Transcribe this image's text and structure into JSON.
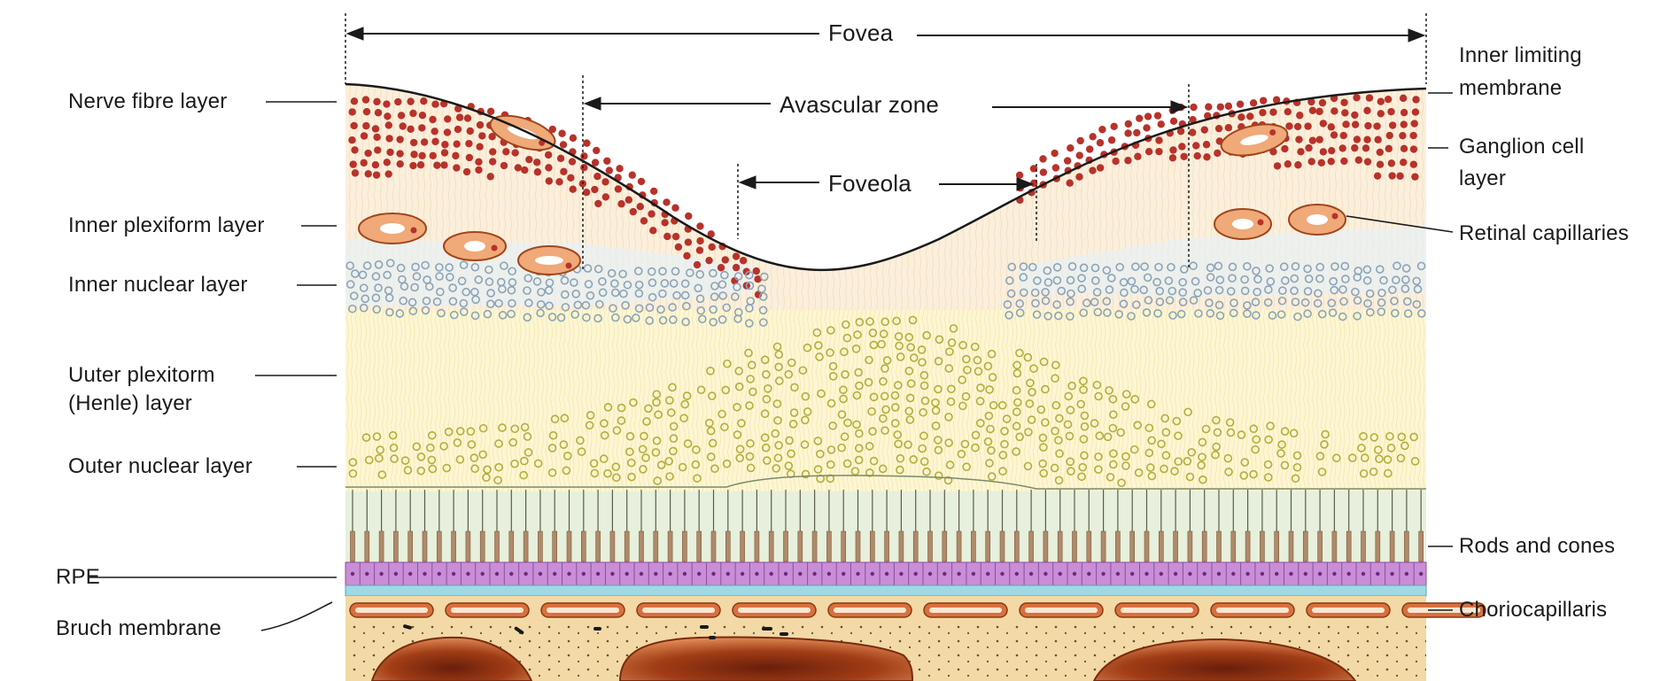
{
  "diagram": {
    "dimension_labels": {
      "fovea": "Fovea",
      "avascular_zone": "Avascular zone",
      "foveola": "Foveola"
    },
    "left_labels": {
      "nerve_fibre_layer": "Nerve fibre layer",
      "inner_plexiform_layer": "Inner plexiform layer",
      "inner_nuclear_layer": "Inner nuclear layer",
      "outer_plexiform_line1": "Uuter plexitorm",
      "outer_plexiform_line2": "(Henle) layer",
      "outer_nuclear_layer": "Outer nuclear layer",
      "rpe": "RPE",
      "bruch_membrane": "Bruch membrane"
    },
    "right_labels": {
      "inner_limiting_line1": "Inner limiting",
      "inner_limiting_line2": "membrane",
      "ganglion_line1": "Ganglion cell",
      "ganglion_line2": "layer",
      "retinal_capillaries": "Retinal capillaries",
      "rods_and_cones": "Rods and cones",
      "choriocapillaris": "Choriocapillaris"
    },
    "colors": {
      "nerve_fibre_tint": "#fbeedd",
      "henle_layer": "#fdf6d3",
      "ganglion_dot": "#b8322a",
      "inner_nuclear_dot": "#8aa3b8",
      "outer_nuclear_dot": "#b4ad3c",
      "rod_segment": "#e6f0dc",
      "rpe": "#c98ed6",
      "bruch": "#9fd9e6",
      "choroid": "#f2d9a6",
      "vessel": "#d8703e",
      "large_vessel": "#9a3614"
    }
  }
}
